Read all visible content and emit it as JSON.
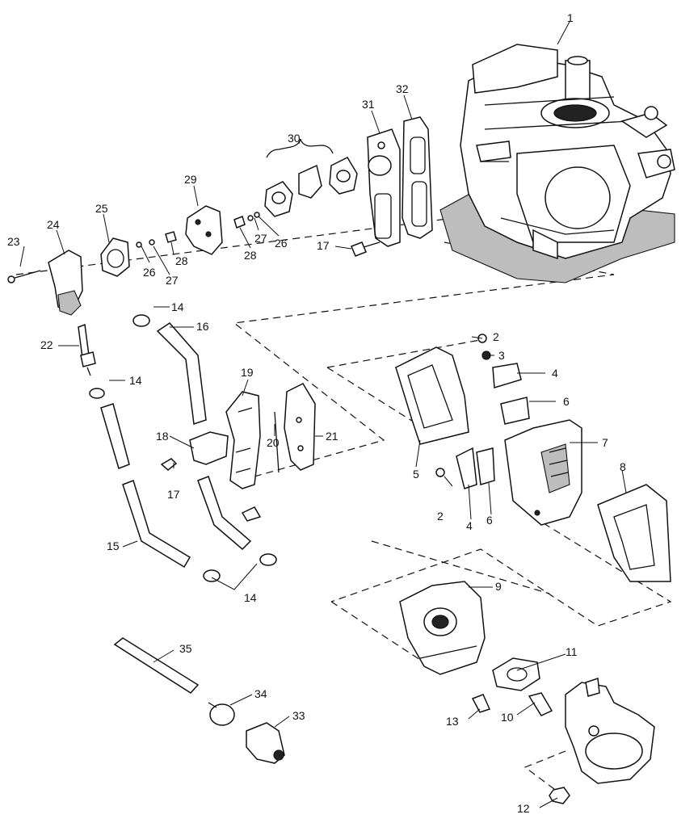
{
  "labels": {
    "p1": "1",
    "p2a": "2",
    "p2b": "2",
    "p3": "3",
    "p4a": "4",
    "p4b": "4",
    "p5": "5",
    "p6a": "6",
    "p6b": "6",
    "p7": "7",
    "p8": "8",
    "p9": "9",
    "p10": "10",
    "p11": "11",
    "p12": "12",
    "p13": "13",
    "p14a": "14",
    "p14b": "14",
    "p14c": "14",
    "p15": "15",
    "p16": "16",
    "p17a": "17",
    "p17b": "17",
    "p18": "18",
    "p19": "19",
    "p20": "20",
    "p21": "21",
    "p22": "22",
    "p23": "23",
    "p24": "24",
    "p25": "25",
    "p26a": "26",
    "p26b": "26",
    "p27a": "27",
    "p27b": "27",
    "p28a": "28",
    "p28b": "28",
    "p29": "29",
    "p30": "30",
    "p31": "31",
    "p32": "32",
    "p33": "33",
    "p34": "34",
    "p35": "35"
  }
}
